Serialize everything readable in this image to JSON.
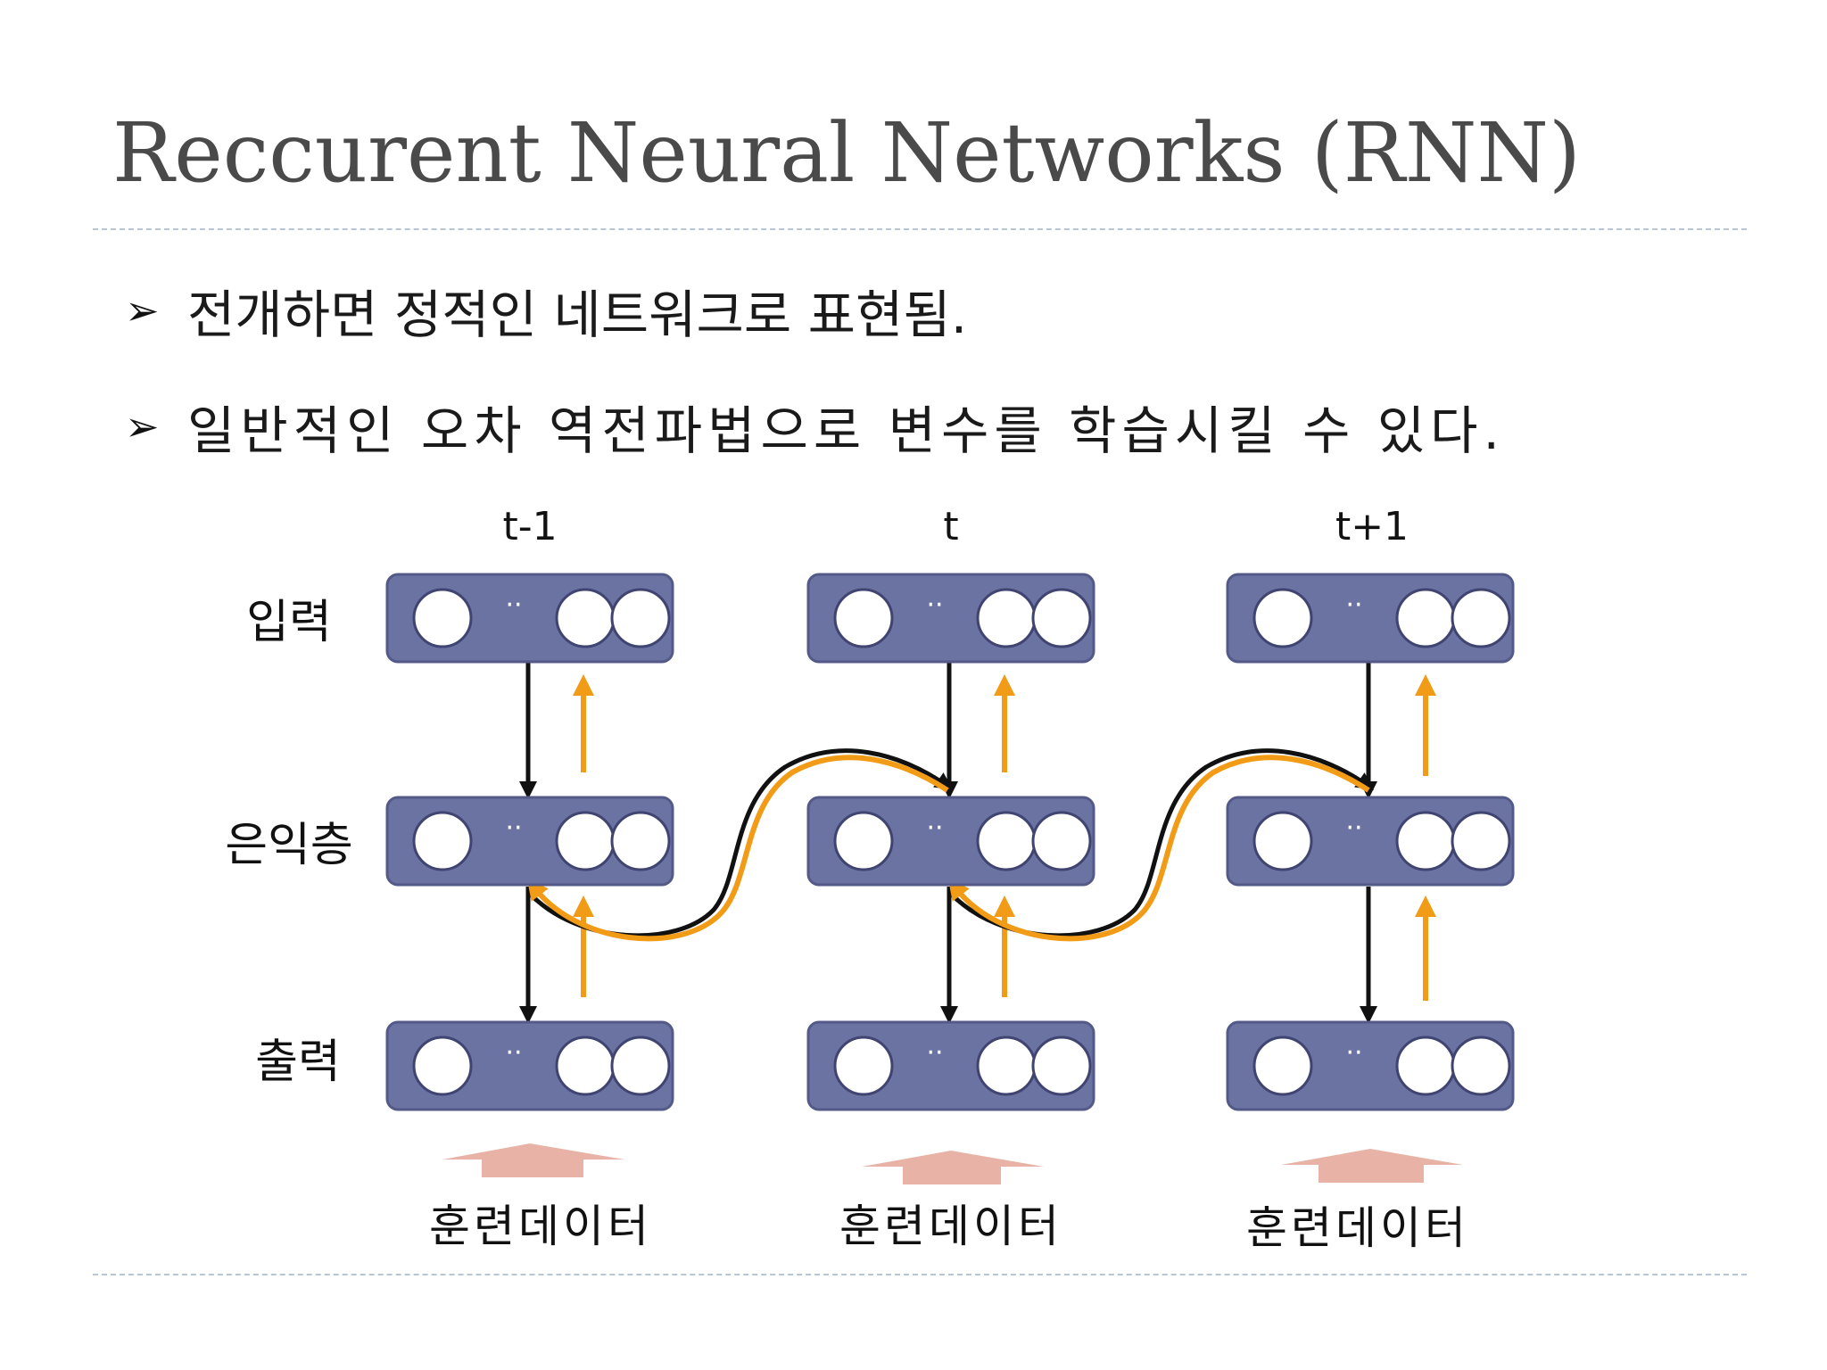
{
  "slide": {
    "title": "Reccurent Neural Networks (RNN)",
    "bullets": [
      "전개하면 정적인 네트워크로 표현됨.",
      "일반적인 오차 역전파법으로 변수를 학습시킬 수 있다."
    ],
    "bullet_marker": "➢"
  },
  "diagram": {
    "time_labels": [
      "t-1",
      "t",
      "t+1"
    ],
    "row_labels": [
      "입력",
      "은익층",
      "출력"
    ],
    "training_labels": [
      "훈련데이터",
      "훈련데이터",
      "훈련데이터"
    ],
    "ellipsis": "··",
    "colors": {
      "layer_box": "#6b73a3",
      "layer_box_border": "#535a87",
      "node": "#ffffff",
      "forward_arrow": "#111111",
      "backprop_arrow": "#f29b16",
      "training_arrow": "#e8b3a6",
      "rule": "#b8c6d4"
    }
  }
}
